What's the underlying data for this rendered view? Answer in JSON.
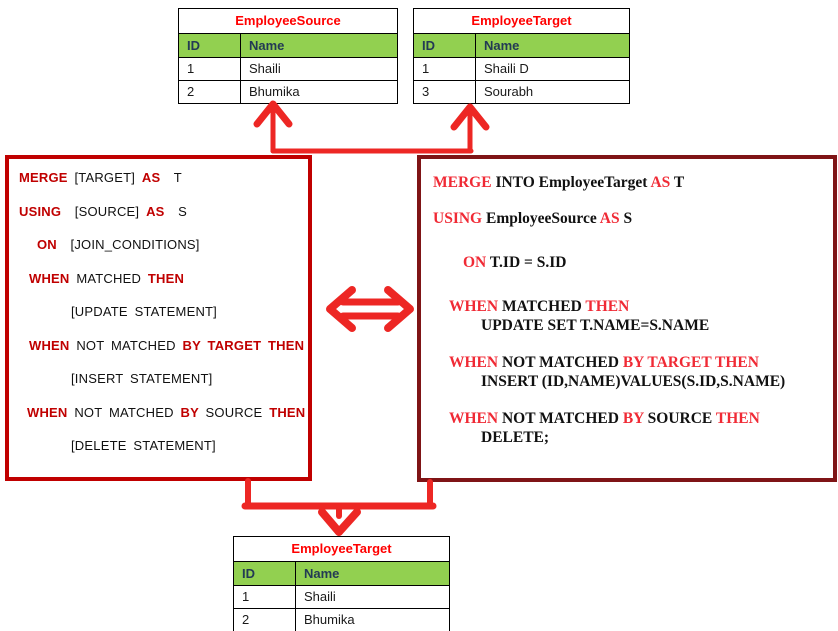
{
  "palette": {
    "bright_red": "#ed2724",
    "dark_red": "#c00000",
    "maroon": "#7f1416",
    "example_red": "#f02a35",
    "title_red": "#ff0000",
    "header_green": "#92d050",
    "header_text": "#233a54"
  },
  "tables": {
    "source": {
      "title": "EmployeeSource",
      "headers": [
        "ID",
        "Name"
      ],
      "rows": [
        [
          "1",
          "Shaili"
        ],
        [
          "2",
          "Bhumika"
        ]
      ]
    },
    "target_before": {
      "title": "EmployeeTarget",
      "headers": [
        "ID",
        "Name"
      ],
      "rows": [
        [
          "1",
          "Shaili D"
        ],
        [
          "3",
          "Sourabh"
        ]
      ]
    },
    "target_after": {
      "title": "EmployeeTarget",
      "headers": [
        "ID",
        "Name"
      ],
      "rows": [
        [
          "1",
          "Shaili"
        ],
        [
          "2",
          "Bhumika"
        ]
      ]
    }
  },
  "syntax_box": {
    "lines": [
      {
        "indent": 0,
        "mt": 0,
        "segments": [
          {
            "t": "MERGE ",
            "c": "kw"
          },
          {
            "t": "[TARGET] ",
            "c": "pl"
          },
          {
            "t": "AS",
            "c": "kw"
          },
          {
            "t": "  T",
            "c": "pl"
          }
        ]
      },
      {
        "indent": 0,
        "mt": 0,
        "segments": [
          {
            "t": "USING ",
            "c": "kw"
          },
          {
            "t": " [SOURCE] ",
            "c": "pl"
          },
          {
            "t": "AS",
            "c": "kw"
          },
          {
            "t": "  S",
            "c": "pl"
          }
        ]
      },
      {
        "indent": 18,
        "mt": 0,
        "segments": [
          {
            "t": "ON ",
            "c": "kw"
          },
          {
            "t": " [JOIN_CONDITIONS]",
            "c": "pl"
          }
        ]
      },
      {
        "indent": 10,
        "mt": 0,
        "segments": [
          {
            "t": "WHEN ",
            "c": "kw"
          },
          {
            "t": "MATCHED ",
            "c": "pl"
          },
          {
            "t": "THEN",
            "c": "kw"
          }
        ]
      },
      {
        "indent": 52,
        "mt": 0,
        "segments": [
          {
            "t": "[UPDATE STATEMENT]",
            "c": "pl"
          }
        ]
      },
      {
        "indent": 10,
        "mt": 0,
        "segments": [
          {
            "t": "WHEN ",
            "c": "kw"
          },
          {
            "t": "NOT MATCHED ",
            "c": "pl"
          },
          {
            "t": "BY TARGET THEN",
            "c": "kw"
          }
        ]
      },
      {
        "indent": 52,
        "mt": 0,
        "segments": [
          {
            "t": "[INSERT STATEMENT]",
            "c": "pl"
          }
        ]
      },
      {
        "indent": 8,
        "mt": 0,
        "segments": [
          {
            "t": "WHEN ",
            "c": "kw"
          },
          {
            "t": "NOT MATCHED ",
            "c": "pl"
          },
          {
            "t": "BY ",
            "c": "kw"
          },
          {
            "t": "SOURCE ",
            "c": "pl"
          },
          {
            "t": "THEN",
            "c": "kw"
          }
        ]
      },
      {
        "indent": 52,
        "mt": 0,
        "segments": [
          {
            "t": "[DELETE STATEMENT]",
            "c": "pl"
          }
        ]
      }
    ]
  },
  "example_box": {
    "lines": [
      {
        "indent": 0,
        "mt": 9,
        "segments": [
          {
            "t": "MERGE ",
            "c": "kw"
          },
          {
            "t": "INTO EmployeeTarget ",
            "c": "pl"
          },
          {
            "t": "AS ",
            "c": "kw"
          },
          {
            "t": "T",
            "c": "pl"
          }
        ]
      },
      {
        "indent": 0,
        "mt": 17,
        "segments": [
          {
            "t": "USING ",
            "c": "kw"
          },
          {
            "t": "EmployeeSource ",
            "c": "pl"
          },
          {
            "t": "AS ",
            "c": "kw"
          },
          {
            "t": "S",
            "c": "pl"
          }
        ]
      },
      {
        "indent": 30,
        "mt": 25,
        "segments": [
          {
            "t": "ON ",
            "c": "kw"
          },
          {
            "t": "T.ID = S.ID",
            "c": "pl"
          }
        ]
      },
      {
        "indent": 16,
        "mt": 25,
        "segments": [
          {
            "t": "WHEN ",
            "c": "kw"
          },
          {
            "t": "MATCHED ",
            "c": "pl"
          },
          {
            "t": "THEN",
            "c": "kw"
          }
        ]
      },
      {
        "indent": 48,
        "mt": 0,
        "segments": [
          {
            "t": "UPDATE SET T.NAME=S.NAME",
            "c": "pl"
          }
        ]
      },
      {
        "indent": 16,
        "mt": 18,
        "segments": [
          {
            "t": "WHEN ",
            "c": "kw"
          },
          {
            "t": "NOT MATCHED ",
            "c": "pl"
          },
          {
            "t": "BY TARGET THEN",
            "c": "kw"
          }
        ]
      },
      {
        "indent": 48,
        "mt": 0,
        "segments": [
          {
            "t": "INSERT (ID,NAME)VALUES(S.ID,S.NAME)",
            "c": "pl"
          }
        ]
      },
      {
        "indent": 16,
        "mt": 18,
        "segments": [
          {
            "t": "WHEN ",
            "c": "kw"
          },
          {
            "t": "NOT MATCHED ",
            "c": "pl"
          },
          {
            "t": "BY ",
            "c": "kw"
          },
          {
            "t": "SOURCE ",
            "c": "pl"
          },
          {
            "t": "THEN",
            "c": "kw"
          }
        ]
      },
      {
        "indent": 48,
        "mt": 0,
        "segments": [
          {
            "t": "DELETE;",
            "c": "pl"
          }
        ]
      }
    ]
  },
  "icons": {
    "to_source": "up-arrow",
    "to_target_before": "up-arrow",
    "equivalence": "double-headed-arrow",
    "to_result": "down-arrow"
  }
}
